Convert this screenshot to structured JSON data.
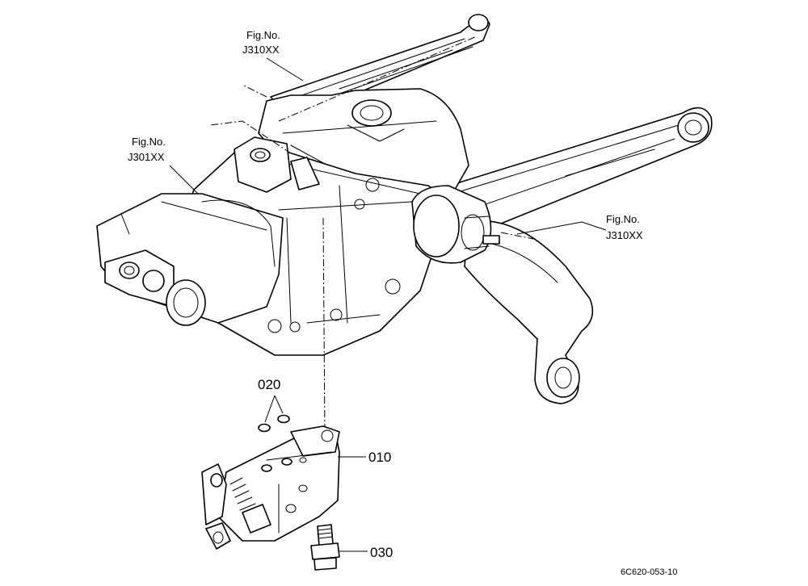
{
  "callouts": {
    "fig_top": {
      "line1": "Fig.No.",
      "line2": "J310XX"
    },
    "fig_left": {
      "line1": "Fig.No.",
      "line2": "J301XX"
    },
    "fig_right": {
      "line1": "Fig.No.",
      "line2": "J310XX"
    }
  },
  "parts": {
    "p020": "020",
    "p010": "010",
    "p030": "030"
  },
  "drawing_code": "6C620-053-10"
}
